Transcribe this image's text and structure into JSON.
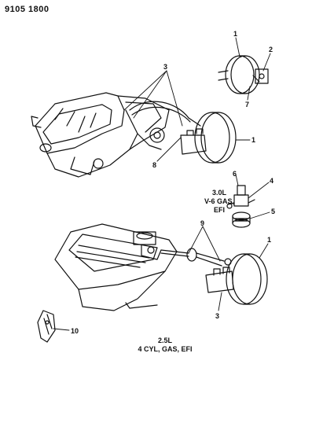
{
  "header": {
    "code": "9105 1800"
  },
  "engines": {
    "v6": {
      "displacement": "3.0L",
      "description": "V-6 GAS, EFI"
    },
    "i4": {
      "displacement": "2.5L",
      "description": "4 CYL, GAS, EFI"
    }
  },
  "callouts": {
    "c1": "1",
    "c2": "2",
    "c3": "3",
    "c4": "4",
    "c5": "5",
    "c6": "6",
    "c7": "7",
    "c8": "8",
    "c9": "9",
    "c10": "10"
  }
}
